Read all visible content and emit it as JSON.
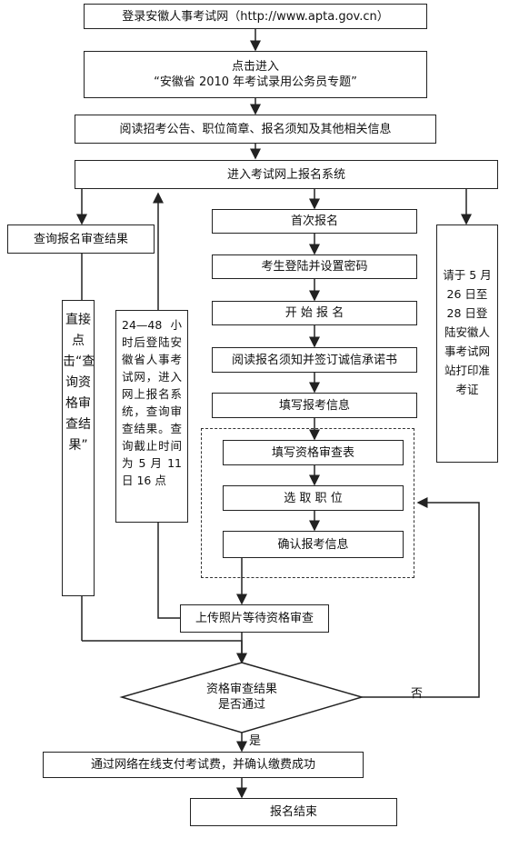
{
  "steps": {
    "login": "登录安徽人事考试网（http://www.apta.gov.cn）",
    "enter_topic_line1": "点击进入",
    "enter_topic_line2": "“安徽省 2010 年考试录用公务员专题”",
    "read_info": "阅读招考公告、职位简章、报名须知及其他相关信息",
    "enter_system": "进入考试网上报名系统",
    "first_time": "首次报名",
    "login_set_password": "考生登陆并设置密码",
    "start_register": "开 始 报 名",
    "read_notice_sign": "阅读报名须知并签订诚信承诺书",
    "fill_info": "填写报考信息",
    "fill_qualification_form": "填写资格审查表",
    "select_position": "选 取 职 位",
    "confirm_info": "确认报考信息",
    "upload_photo": "上传照片等待资格审查",
    "decision_line1": "资格审查结果",
    "decision_line2": "是否通过",
    "pay_online": "通过网络在线支付考试费，并确认缴费成功",
    "finish": "报名结束",
    "query_result": "查询报名审查结果"
  },
  "side_notes": {
    "direct_click": "直接点击“查询资格审查结果”",
    "login_after_hours": "24—48 小时后登陆安徽省人事考试网，进入网上报名系统，查询审查结果。查询截止时间为 5 月 11 日 16 点",
    "print_admission": "请于 5 月 26 日至 28 日登陆安徽人事考试网站打印准考证"
  },
  "branch_labels": {
    "yes": "是",
    "no": "否"
  }
}
